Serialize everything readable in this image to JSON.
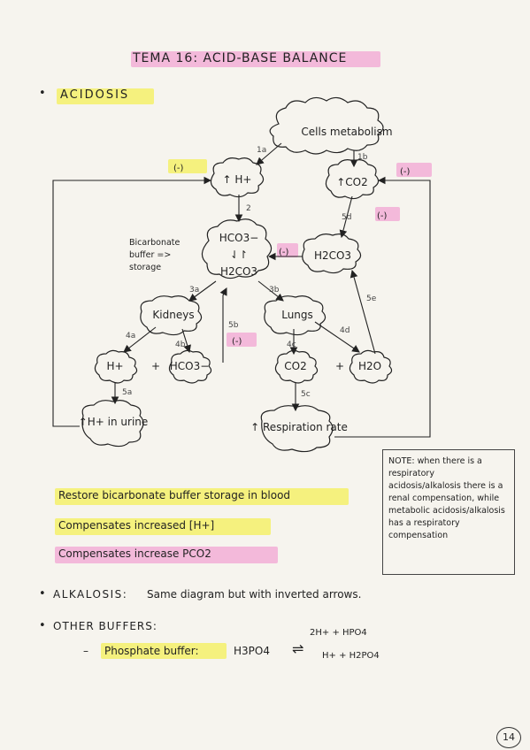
{
  "header": {
    "title": "TEMA 16: ACID-BASE BALANCE"
  },
  "sections": {
    "acidosis": "ACIDOSIS",
    "alkalosis_label": "ALKALOSIS:",
    "alkalosis_text": "Same diagram but with inverted arrows.",
    "other_buffers": "OTHER BUFFERS:",
    "phosphate_label": "Phosphate buffer:",
    "phosphate_left": "H3PO4",
    "phosphate_right_top": "2H+ + HPO4",
    "phosphate_right_bottom": "H+ + H2PO4"
  },
  "diagram": {
    "cells": "Cells metabolism",
    "h_plus": "↑ H+",
    "co2_top": "↑CO2",
    "hco3": "HCO3−",
    "eq_arrows": "⇃↾",
    "h2co3": "H2CO3",
    "h2co3_right": "H2CO3",
    "buffer_text": "Bicarbonate buffer => storage",
    "kidneys": "Kidneys",
    "lungs": "Lungs",
    "h_kidney": "H+",
    "plus1": "+",
    "hco3_kidney": "HCO3−",
    "co2_lung": "CO2",
    "plus2": "+",
    "h2o": "H2O",
    "urine": "↑H+ in urine",
    "resp_rate": "↑ Respiration rate",
    "step_1a": "1a",
    "step_1b": "1b",
    "step_2": "2",
    "step_3a": "3a",
    "step_3b": "3b",
    "step_4a": "4a",
    "step_4b": "4b",
    "step_5a": "5a",
    "step_5b": "5b",
    "step_5c": "5c",
    "step_5d": "5d",
    "step_4c": "4c",
    "step_4d": "4d",
    "step_5e": "5e",
    "neg": "(-)"
  },
  "results": {
    "line1": "Restore bicarbonate buffer storage in blood",
    "line2": "Compensates increased [H+]",
    "line3": "Compensates increase PCO2"
  },
  "note": "NOTE: when there is a respiratory acidosis/alkalosis there is a renal compensation, while metabolic acidosis/alkalosis has a respiratory compensation",
  "page_number": "14",
  "colors": {
    "pink": "#f2a6d3",
    "yellow": "#f4f06a",
    "ink": "#222222"
  }
}
